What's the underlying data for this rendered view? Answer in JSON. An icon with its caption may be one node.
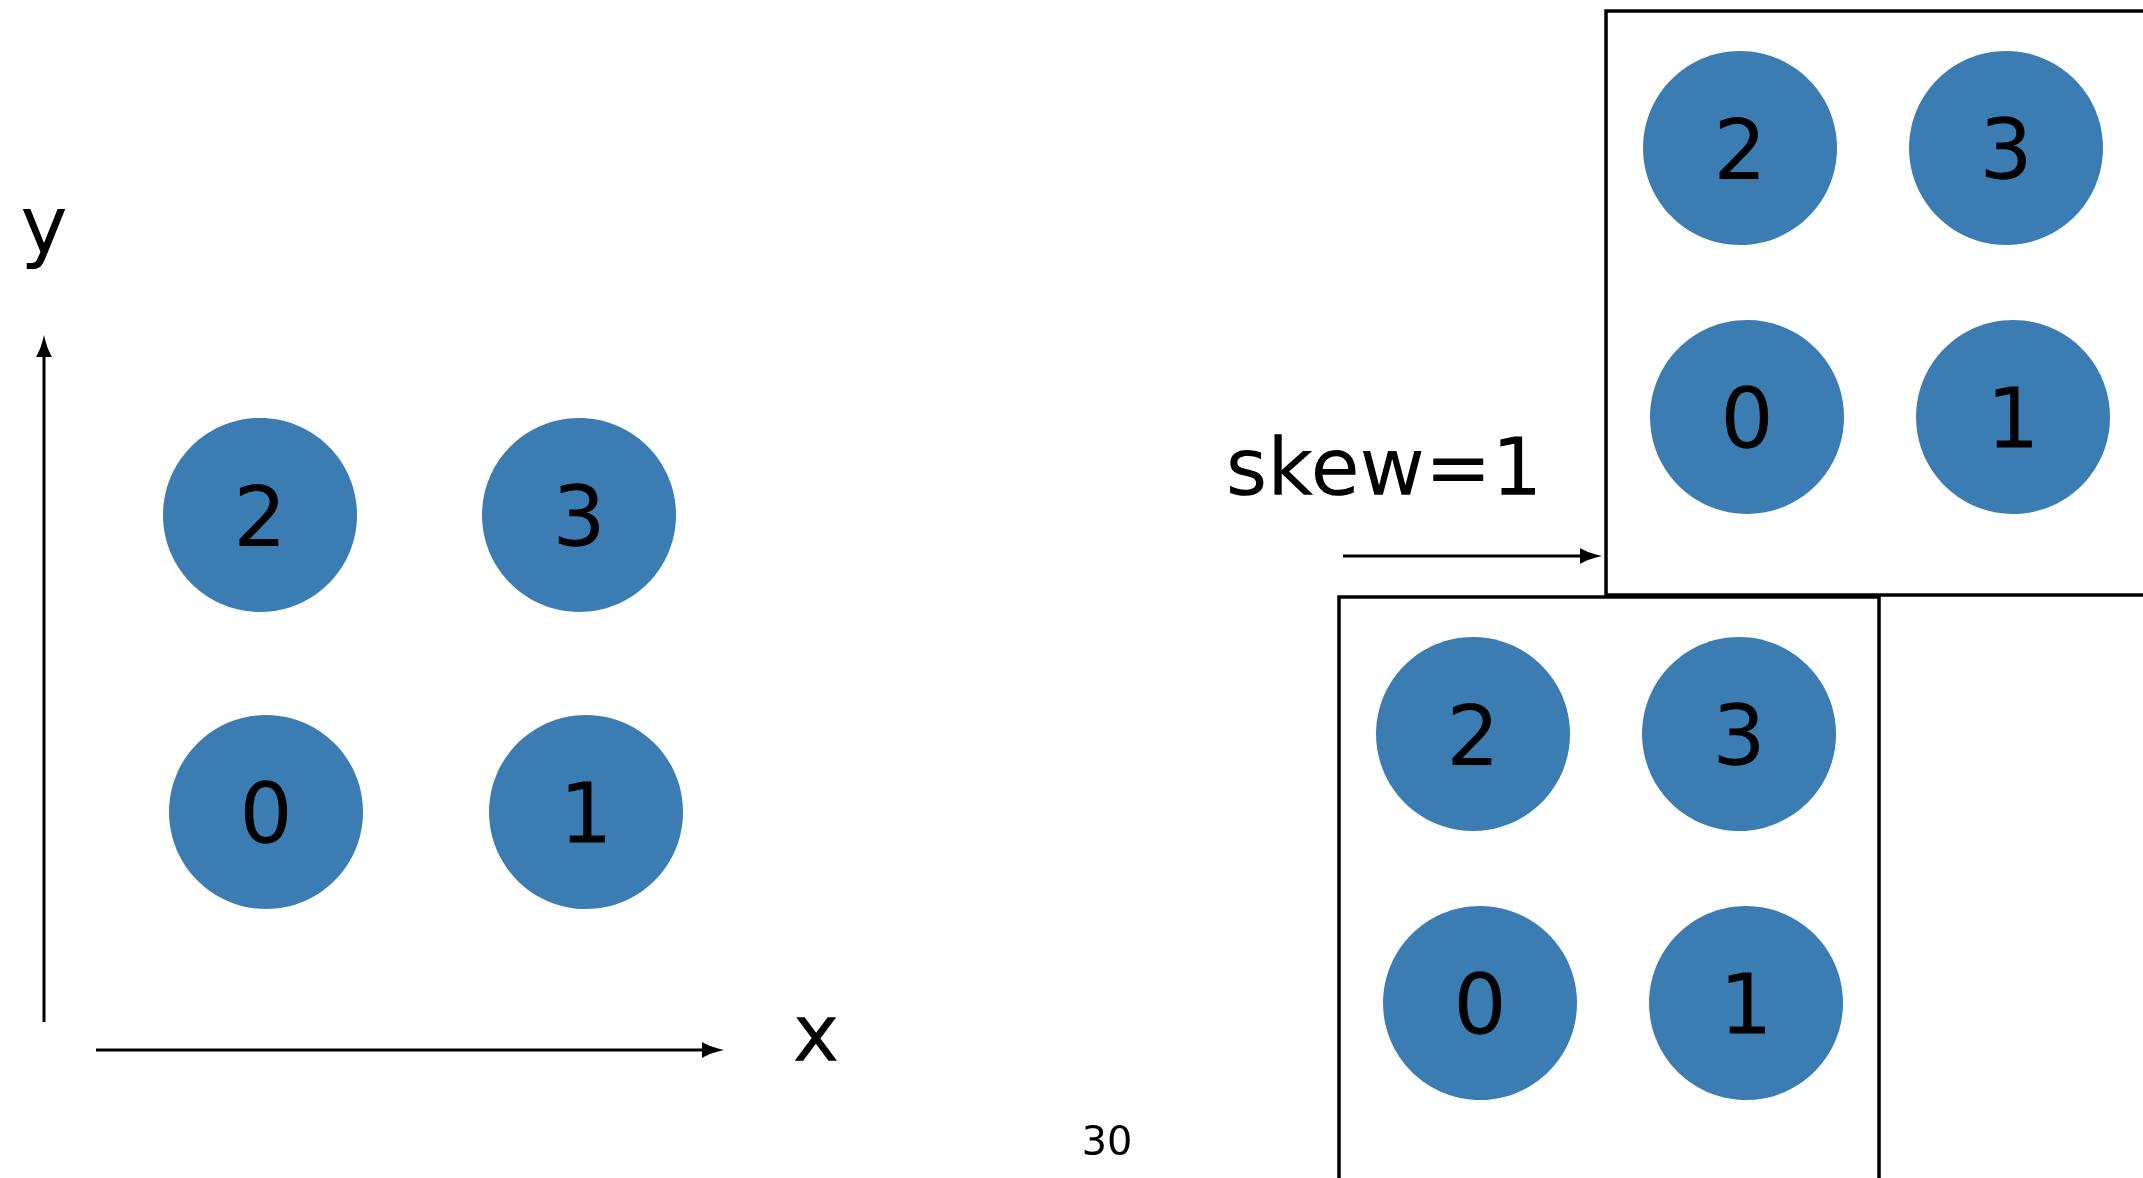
{
  "diagram": {
    "nodes": [
      {
        "text": [
          "2"
        ]
      },
      {
        "text": [
          "3"
        ]
      },
      {
        "text": [
          "0"
        ]
      },
      {
        "text": [
          "1"
        ]
      },
      {
        "text": [],
        "shape": "box"
      },
      {
        "text": [
          "2"
        ],
        "in": 4
      },
      {
        "text": [
          "3"
        ],
        "in": 4
      },
      {
        "text": [
          "0"
        ],
        "in": 4
      },
      {
        "text": [
          "1"
        ],
        "in": 4
      },
      {
        "text": [],
        "shape": "box"
      },
      {
        "text": [
          "2"
        ],
        "in": 9
      },
      {
        "text": [
          "3"
        ],
        "in": 9
      },
      {
        "text": [
          "0"
        ],
        "in": 9
      },
      {
        "text": [
          "1"
        ],
        "in": 9
      }
    ],
    "labels": [
      "y",
      "x",
      "skew=1",
      "30"
    ]
  }
}
